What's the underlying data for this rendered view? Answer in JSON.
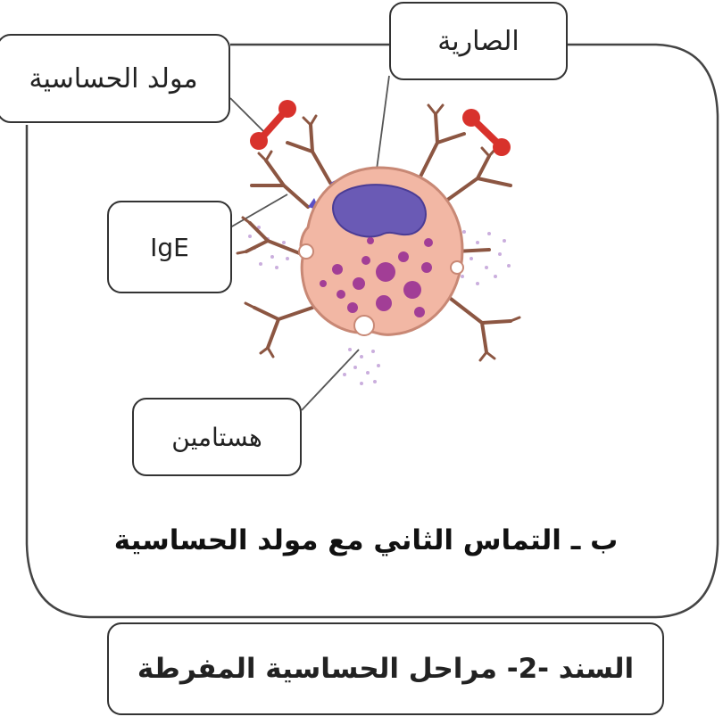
{
  "labels": {
    "allergen": "مولد الحساسية",
    "mast_cell": "الصارية",
    "ige": "IgE",
    "histamine": "هستامين"
  },
  "panel_title": "ب ـ التماس الثاني مع مولد الحساسية",
  "caption": "السند -2- مراحل الحساسية المفرطة",
  "colors": {
    "cell_body": "#f2b7a4",
    "cell_border": "#c88875",
    "nucleus": "#6a5ab5",
    "granule": "#a23e96",
    "antibody": "#8c5642",
    "allergen": "#d8322c",
    "receptor": "#5a4fc4",
    "histamine_dots": "#b48cd0"
  }
}
